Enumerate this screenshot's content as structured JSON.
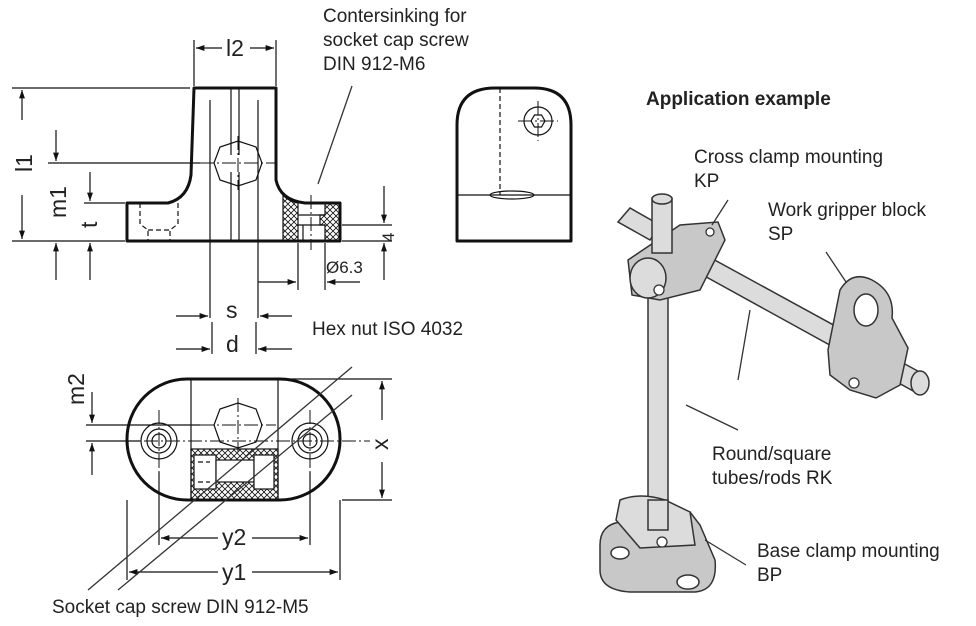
{
  "labels": {
    "countersink_line1": "Contersinking for",
    "countersink_line2": "socket cap screw",
    "countersink_line3": "DIN 912-M6",
    "hex_nut": "Hex nut ISO 4032",
    "socket_screw": "Socket cap screw DIN 912-M5",
    "application_title": "Application example",
    "cross_clamp_line1": "Cross clamp mounting",
    "cross_clamp_line2": "KP",
    "work_gripper_line1": "Work gripper block",
    "work_gripper_line2": "SP",
    "tubes_line1": "Round/square",
    "tubes_line2": "tubes/rods RK",
    "base_clamp_line1": "Base clamp mounting",
    "base_clamp_line2": "BP"
  },
  "dimensions": {
    "l2": "l2",
    "l1": "l1",
    "m1": "m1",
    "t": "t",
    "four": "4",
    "dia": "Ø6.3",
    "s": "s",
    "d": "d",
    "m2": "m2",
    "x": "x",
    "y2": "y2",
    "y1": "y1"
  },
  "colors": {
    "line": "#111111",
    "text": "#222222",
    "part_fill": "#dcdcdc"
  }
}
